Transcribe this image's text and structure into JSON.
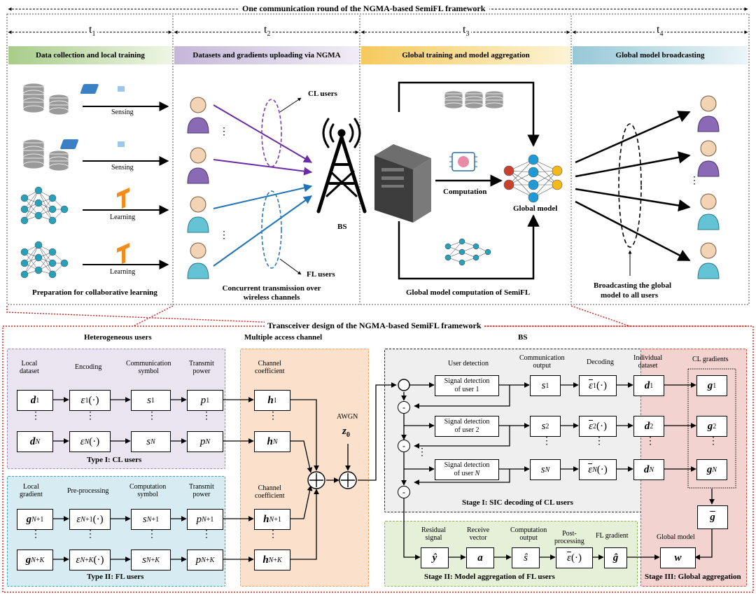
{
  "top_title": "One communication round of the NGMA-based SemiFL framework",
  "phases": [
    {
      "time": "t",
      "sub": "1",
      "band": "Data collection and local training",
      "color": "#c5dcae"
    },
    {
      "time": "t",
      "sub": "2",
      "band": "Datasets and gradients uploading via NGMA",
      "color": "#d6cde2"
    },
    {
      "time": "t",
      "sub": "3",
      "band": "Global training and model aggregation",
      "color": "#f7da8a"
    },
    {
      "time": "t",
      "sub": "4",
      "band": "Global model broadcasting",
      "color": "#bcdde6"
    }
  ],
  "phase1": {
    "labels": [
      "Sensing",
      "Sensing",
      "Learning",
      "Learning"
    ],
    "caption": "Preparation for collaborative learning"
  },
  "phase2": {
    "cl_users": "CL users",
    "fl_users": "FL users",
    "bs": "BS",
    "caption": "Concurrent transmission over wireless channels",
    "dots": "⋮"
  },
  "phase3": {
    "computation": "Computation",
    "global_model": "Global model",
    "caption": "Global model computation of SemiFL"
  },
  "phase4": {
    "caption_line1": "Broadcasting the global",
    "caption_line2": "model to all users",
    "dots": "⋮"
  },
  "lower_title": "Transceiver design of the NGMA-based SemiFL framework",
  "sections": {
    "users": "Heterogeneous users",
    "mac": "Multiple access channel",
    "bs": "BS"
  },
  "type1": {
    "caption": "Type I: CL users",
    "headers": [
      "Local\ndataset",
      "Encoding",
      "Communication\nsymbol",
      "Transmit\npower"
    ],
    "row1": [
      "d",
      "1",
      "ε",
      "1",
      "(·)",
      "s",
      "1",
      "p",
      "1"
    ],
    "rowN": [
      "d",
      "N",
      "ε",
      "N",
      "(·)",
      "s",
      "N",
      "p",
      "N"
    ]
  },
  "type2": {
    "caption": "Type II: FL users",
    "headers": [
      "Local\ngradient",
      "Pre-processing",
      "Computation\nsymbol",
      "Transmit\npower"
    ],
    "row1_sub": "N+1",
    "rowK_sub": "N+K"
  },
  "channel": {
    "coef": "Channel\ncoefficient",
    "awgn": "AWGN",
    "noise": "z",
    "noise_sub": "0"
  },
  "stage1": {
    "caption": "Stage I:  SIC decoding of  CL users",
    "headers": [
      "User detection",
      "Communication\noutput",
      "Decoding",
      "Individual\ndataset",
      "CL gradients"
    ],
    "det1": "Signal detection\nof user 1",
    "det2": "Signal detection\nof user 2",
    "detN_a": "Signal detection",
    "detN_b": "of user ",
    "detN_c": "N"
  },
  "stage2": {
    "caption": "Stage II: Model aggregation of FL users",
    "headers": [
      "Residual\nsignal",
      "Receive\nvector",
      "Computation\noutput",
      "Post-\nprocessing",
      "FL gradient"
    ]
  },
  "stage3": {
    "caption": "Stage III: Global aggregation",
    "global_model": "Global model"
  }
}
